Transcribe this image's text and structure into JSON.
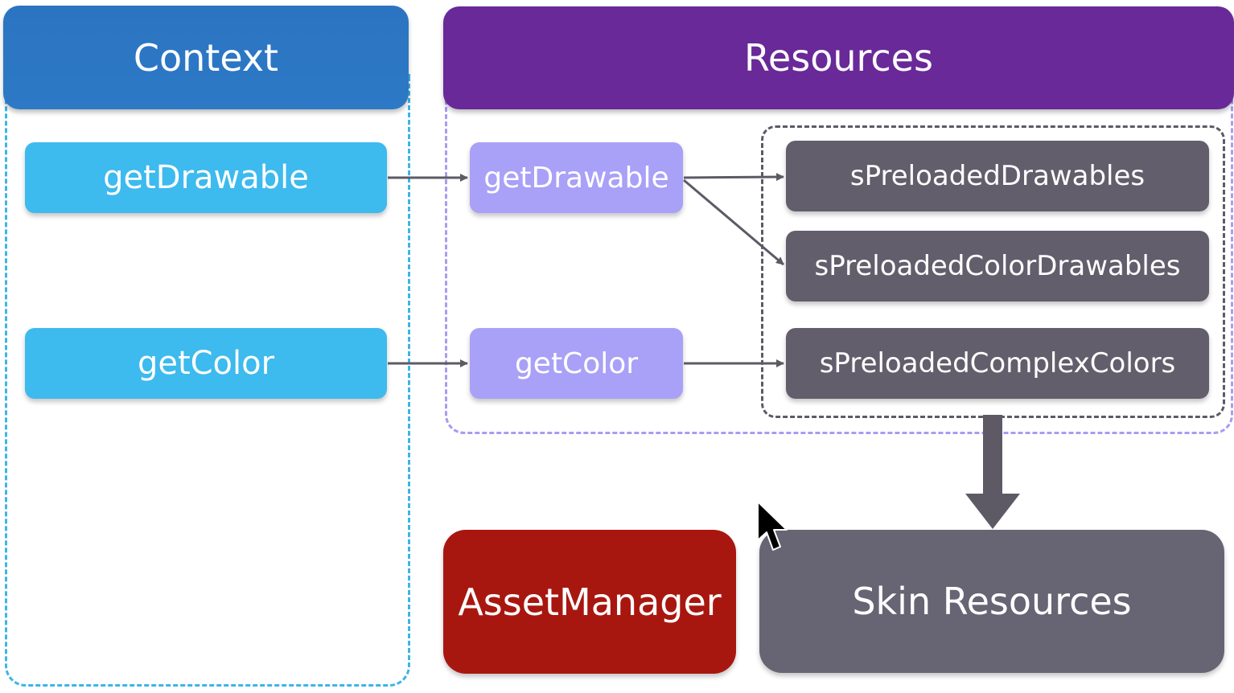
{
  "context": {
    "title": "Context",
    "items": [
      {
        "label": "getDrawable"
      },
      {
        "label": "getColor"
      }
    ]
  },
  "resources": {
    "title": "Resources",
    "items": [
      {
        "label": "getDrawable"
      },
      {
        "label": "getColor"
      }
    ],
    "preloaded": [
      {
        "label": "sPreloadedDrawables"
      },
      {
        "label": "sPreloadedColorDrawables"
      },
      {
        "label": "sPreloadedComplexColors"
      }
    ]
  },
  "bottom": {
    "asset_manager": "AssetManager",
    "skin_resources": "Skin Resources"
  },
  "colors": {
    "context_header": "#2b74c1",
    "context_item": "#3dbaee",
    "resources_header": "#692999",
    "resources_item": "#a9a1f7",
    "preloaded_item": "#625e6b",
    "asset_manager": "#a8170f",
    "skin_resources": "#676473",
    "arrow": "#5d5a66"
  },
  "icons": {
    "cursor": "mouse-pointer-icon"
  }
}
